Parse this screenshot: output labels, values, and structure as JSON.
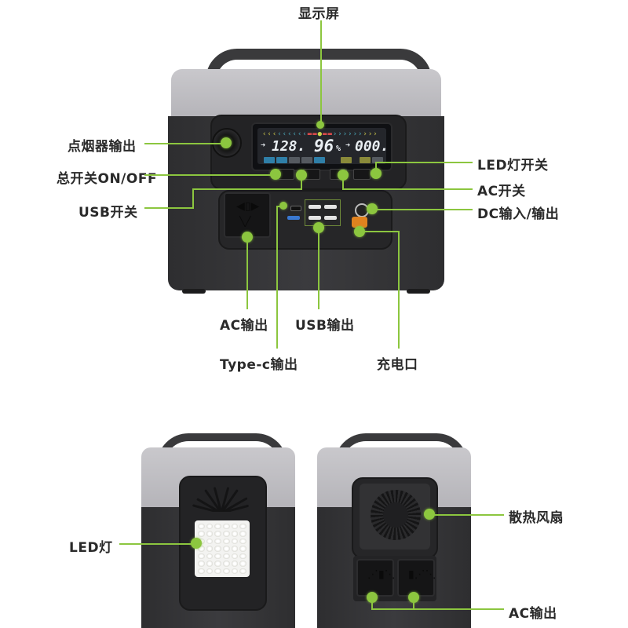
{
  "diagram": {
    "title_label": "显示屏",
    "front_view": {
      "lcd": {
        "input_value": "128.",
        "percent_value": "96",
        "percent_unit": "%",
        "output_value": "000."
      },
      "left_labels": [
        {
          "id": "cigarette",
          "text": "点烟器输出"
        },
        {
          "id": "main-switch",
          "text": "总开关ON/OFF"
        },
        {
          "id": "usb-switch",
          "text": "USB开关"
        }
      ],
      "right_labels": [
        {
          "id": "led-switch",
          "text": "LED灯开关"
        },
        {
          "id": "ac-switch",
          "text": "AC开关"
        },
        {
          "id": "dc-io",
          "text": "DC输入/输出"
        }
      ],
      "bottom_labels": [
        {
          "id": "ac-output",
          "text": "AC输出"
        },
        {
          "id": "usb-output",
          "text": "USB输出"
        },
        {
          "id": "typec-output",
          "text": "Type-c输出"
        },
        {
          "id": "charge-port",
          "text": "充电口"
        }
      ]
    },
    "side_view_left": {
      "label": "LED灯"
    },
    "side_view_right": {
      "fan_label": "散热风扇",
      "ac_label": "AC输出"
    },
    "colors": {
      "callout_green": "#8cc63f",
      "shell_grey": "#c0bfc4",
      "body_dark": "#333335",
      "xt60_orange": "#e0821f",
      "usb3_blue": "#3a78d0"
    }
  }
}
